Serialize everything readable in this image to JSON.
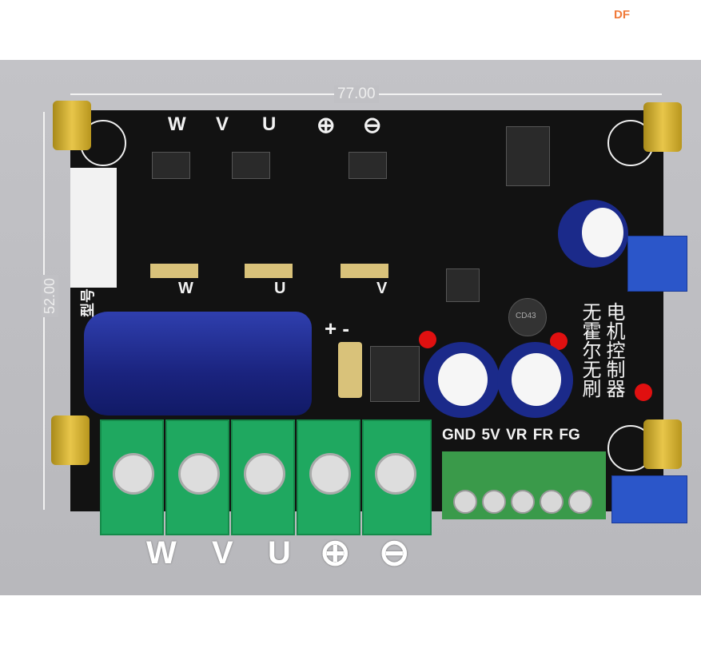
{
  "watermark": "DF",
  "dimensions": {
    "width": "77.00",
    "height": "52.00"
  },
  "board": {
    "model_label": "型号:",
    "title_line1": "无霍尔无刷",
    "title_line2": "电机控制器",
    "top_labels": [
      "W",
      "V",
      "U",
      "⊕",
      "⊖"
    ],
    "mid_labels": [
      "W",
      "U",
      "V"
    ],
    "polarity": "+ -",
    "inductor": "CD43",
    "connector_labels": [
      "GND",
      "5V",
      "VR",
      "FR",
      "FG"
    ]
  },
  "terminal_labels": [
    "W",
    "V",
    "U",
    "⊕",
    "⊖"
  ],
  "colors": {
    "pcb": "#121212",
    "terminal": "#1fa860",
    "capacitor": "#1a237e",
    "background": "#c0c0c4"
  }
}
